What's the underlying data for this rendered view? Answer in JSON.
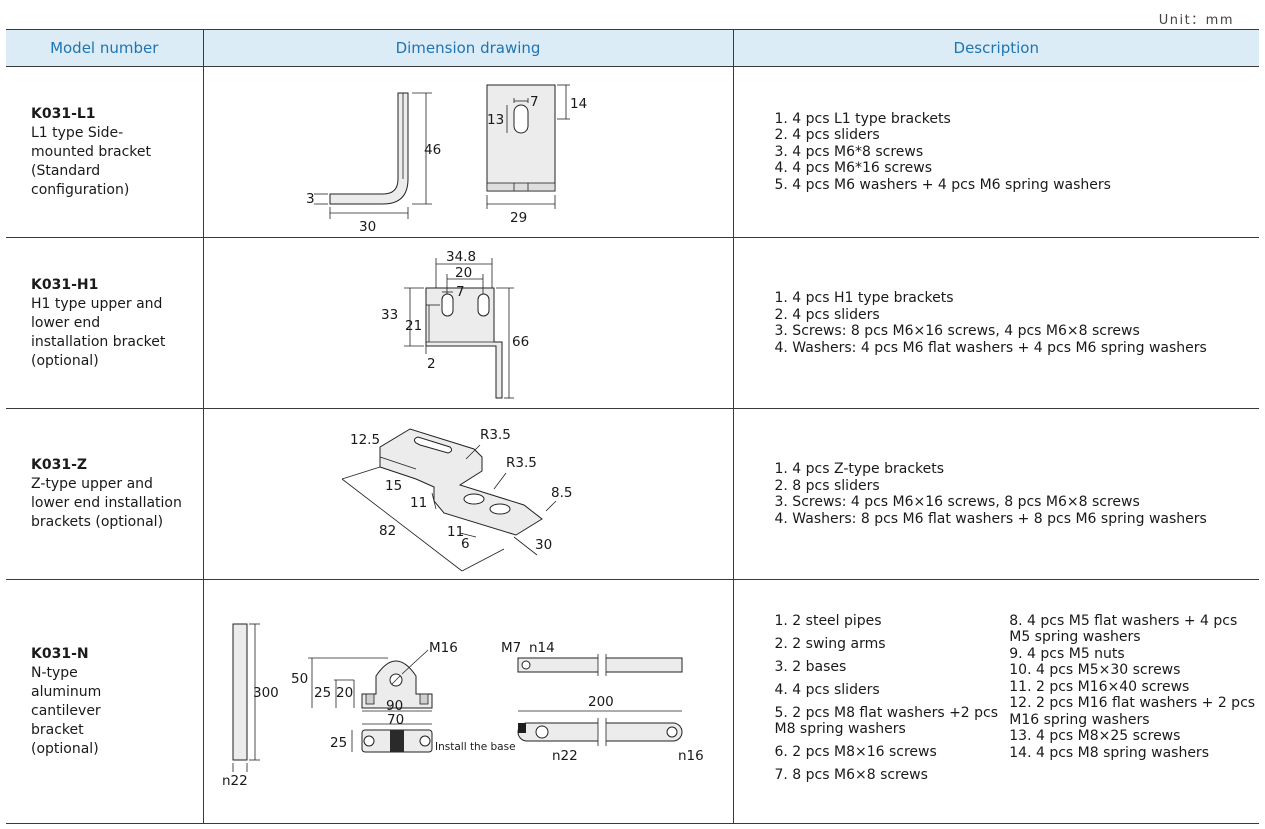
{
  "unit_label": "Unit：mm",
  "headers": {
    "model": "Model number",
    "drawing": "Dimension drawing",
    "description": "Description"
  },
  "rows": [
    {
      "code": "K031-L1",
      "model_desc": "L1 type Side-\nmounted bracket\n(Standard\nconfiguration)",
      "items": [
        "1. 4 pcs L1 type brackets",
        "2. 4 pcs sliders",
        "3. 4 pcs M6*8 screws",
        "4. 4 pcs M6*16 screws",
        "5. 4 pcs M6 washers + 4 pcs M6 spring washers"
      ],
      "dims": {
        "thickness": "3",
        "leg": "30",
        "height": "46",
        "slot": "7",
        "slot_len": "13",
        "top": "14",
        "width": "29"
      }
    },
    {
      "code": "K031-H1",
      "model_desc": "H1 type upper and\nlower end\ninstallation bracket\n(optional)",
      "items": [
        "1. 4 pcs H1 type brackets",
        "2. 4 pcs sliders",
        "3. Screws: 8 pcs M6×16 screws, 4 pcs M6×8 screws",
        "4. Washers: 4 pcs M6 flat washers + 4 pcs M6 spring washers"
      ],
      "dims": {
        "width": "34.8",
        "pitch": "20",
        "slot": "7",
        "height": "33",
        "hole_height": "21",
        "thickness": "2",
        "total": "66"
      }
    },
    {
      "code": "K031-Z",
      "model_desc": "Z-type upper and\nlower end installation\nbrackets (optional)",
      "items": [
        "1. 4 pcs Z-type brackets",
        "2. 8 pcs sliders",
        "3. Screws: 4 pcs M6×16 screws, 8 pcs M6×8 screws",
        "4. Washers: 8 pcs M6 flat washers + 8 pcs M6 spring washers"
      ],
      "dims": {
        "a": "12.5",
        "r1": "R3.5",
        "r2": "R3.5",
        "b": "15",
        "c": "11",
        "d": "82",
        "e": "8.5",
        "f": "11",
        "g": "6",
        "h": "30"
      }
    },
    {
      "code": "K031-N",
      "model_desc": "N-type\naluminum\ncantilever\nbracket\n(optional)",
      "items_left": [
        "1. 2 steel pipes",
        "2. 2 swing arms",
        "3. 2 bases",
        "4. 4 pcs sliders",
        "5. 2 pcs M8 flat washers +2 pcs M8 spring washers",
        "6. 2 pcs M8×16 screws",
        "7. 8 pcs M6×8 screws"
      ],
      "items_right": [
        "8. 4 pcs M5 flat washers + 4 pcs M5 spring washers",
        "9. 4 pcs M5 nuts",
        "10. 4 pcs M5×30 screws",
        "11. 2 pcs M16×40 screws",
        "12. 2 pcs M16 flat washers + 2 pcs M16 spring washers",
        "13. 4 pcs M8×25 screws",
        "14. 4 pcs M8 spring washers"
      ],
      "dims": {
        "pipe_len": "300",
        "pipe_d": "n22",
        "thread": "M16",
        "h50": "50",
        "h25": "25",
        "h20": "20",
        "w90": "90",
        "w70": "70",
        "d25": "25",
        "base_note": "Install the base",
        "m7": "M7",
        "n14": "n14",
        "len200": "200",
        "n22": "n22",
        "n16": "n16"
      }
    }
  ]
}
